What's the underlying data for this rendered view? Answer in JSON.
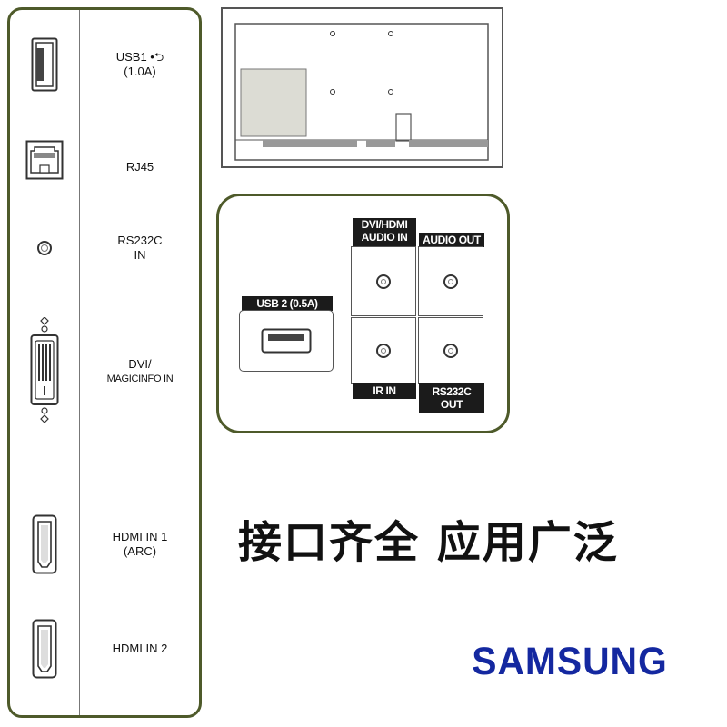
{
  "left_panel": {
    "ports": [
      {
        "icon": "usb-a-port-icon",
        "lines": [
          "USB1 •⮌",
          "(1.0A)"
        ]
      },
      {
        "icon": "rj45-port-icon",
        "lines": [
          "RJ45"
        ]
      },
      {
        "icon": "rs232c-in-jack-icon",
        "lines": [
          "RS232C",
          "IN"
        ]
      },
      {
        "icon": "dvi-port-icon",
        "lines": [
          "DVI/",
          "MAGICINFO IN"
        ]
      },
      {
        "icon": "hdmi-port-icon",
        "lines": [
          "HDMI IN 1",
          "(ARC)"
        ]
      },
      {
        "icon": "hdmi-port-icon",
        "lines": [
          "HDMI IN 2"
        ]
      }
    ]
  },
  "rear_panel": {
    "usb2_label": "USB 2 (0.5A)",
    "dvi_hdmi_audio_in": [
      "DVI/HDMI",
      "AUDIO IN"
    ],
    "audio_out": "AUDIO OUT",
    "ir_in": "IR IN",
    "rs232c_out": [
      "RS232C",
      "OUT"
    ]
  },
  "headline": "接口齐全 应用广泛",
  "brand": "SAMSUNG",
  "colors": {
    "panel_border": "#4e5a2a",
    "brand_blue": "#1428a0",
    "label_bg": "#1b1b1b"
  }
}
